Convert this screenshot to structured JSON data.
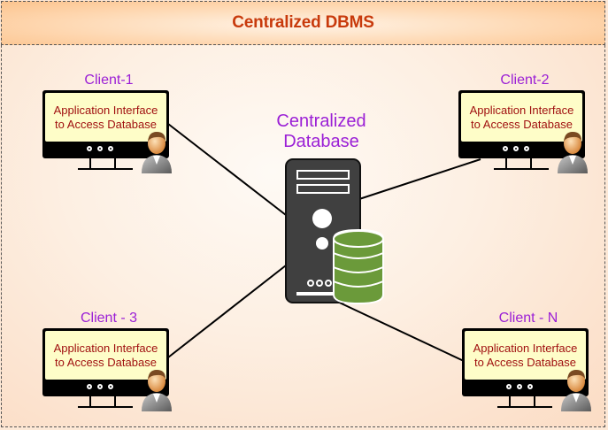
{
  "title": "Centralized DBMS",
  "database": {
    "label_line1": "Centralized",
    "label_line2": "Database",
    "icon": "server-with-database-icon",
    "db_color": "#6b9a3a",
    "server_color": "#404040"
  },
  "clients": [
    {
      "label": "Client-1",
      "screen_line1": "Application Interface",
      "screen_line2": "to Access Database"
    },
    {
      "label": "Client-2",
      "screen_line1": "Application Interface",
      "screen_line2": "to Access Database"
    },
    {
      "label": "Client - 3",
      "screen_line1": "Application Interface",
      "screen_line2": "to Access Database"
    },
    {
      "label": "Client - N",
      "screen_line1": "Application Interface",
      "screen_line2": "to Access Database"
    }
  ],
  "colors": {
    "title": "#c83a0c",
    "client_label": "#9b1fd6",
    "screen_text": "#a01010",
    "screen_bg": "#fefdc8"
  }
}
